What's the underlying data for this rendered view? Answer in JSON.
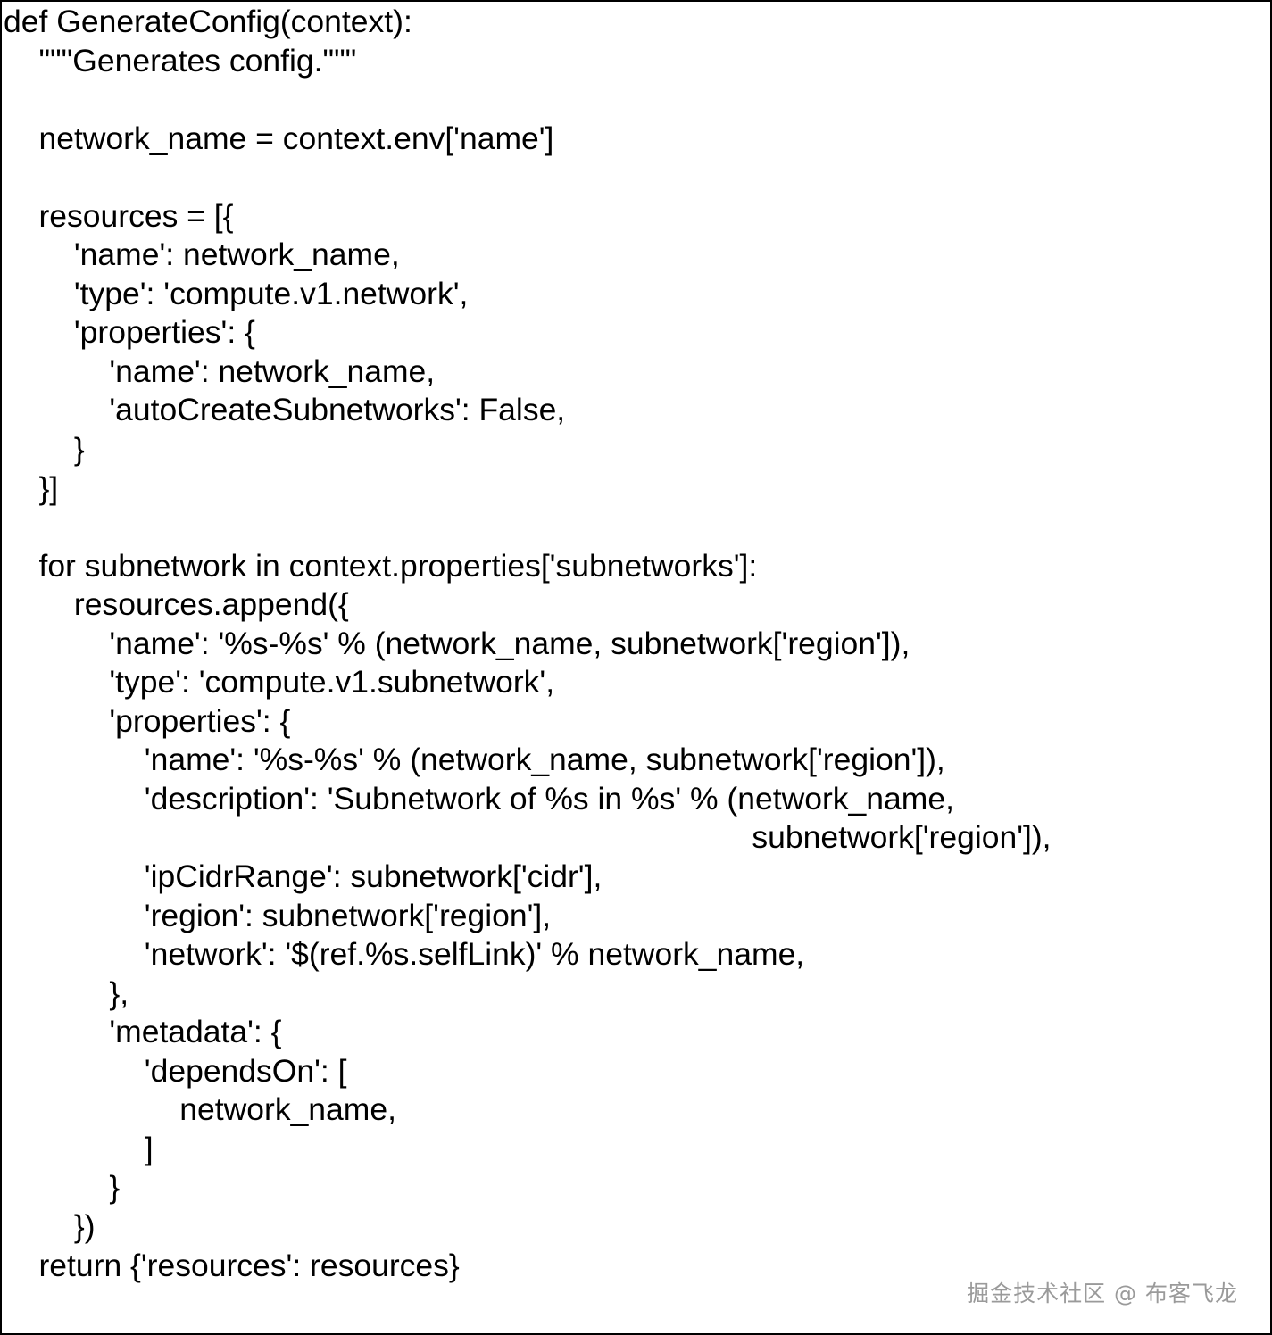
{
  "code": {
    "lines": [
      "def GenerateConfig(context):",
      "    \"\"\"Generates config.\"\"\"",
      "",
      "    network_name = context.env['name']",
      "",
      "    resources = [{",
      "        'name': network_name,",
      "        'type': 'compute.v1.network',",
      "        'properties': {",
      "            'name': network_name,",
      "            'autoCreateSubnetworks': False,",
      "        }",
      "    }]",
      "",
      "    for subnetwork in context.properties['subnetworks']:",
      "        resources.append({",
      "            'name': '%s-%s' % (network_name, subnetwork['region']),",
      "            'type': 'compute.v1.subnetwork',",
      "            'properties': {",
      "                'name': '%s-%s' % (network_name, subnetwork['region']),",
      "                'description': 'Subnetwork of %s in %s' % (network_name,",
      "                                                                                     subnetwork['region']),",
      "                'ipCidrRange': subnetwork['cidr'],",
      "                'region': subnetwork['region'],",
      "                'network': '$(ref.%s.selfLink)' % network_name,",
      "            },",
      "            'metadata': {",
      "                'dependsOn': [",
      "                    network_name,",
      "                ]",
      "            }",
      "        })",
      "    return {'resources': resources}"
    ]
  },
  "watermark": "掘金技术社区 @ 布客飞龙"
}
